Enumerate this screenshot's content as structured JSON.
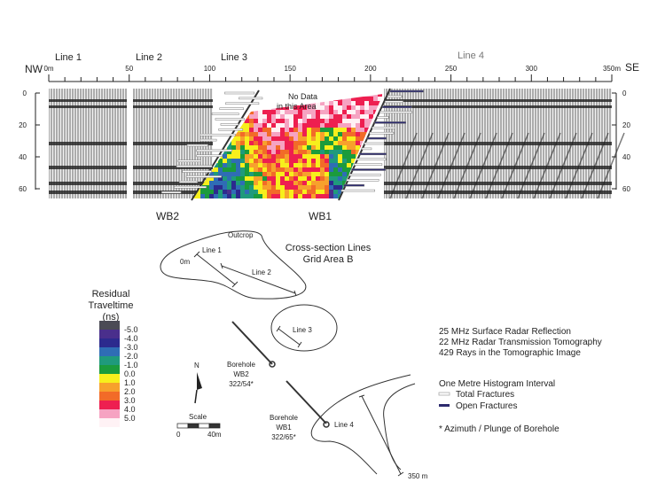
{
  "section": {
    "nw_label": "NW",
    "se_label": "SE",
    "line_labels": [
      "Line 1",
      "Line 2",
      "Line 3",
      "Line 4"
    ],
    "distance_ticks": [
      "0m",
      "50",
      "100",
      "150",
      "200",
      "250",
      "300",
      "350m"
    ],
    "depth_ticks": [
      "0",
      "20",
      "40",
      "60"
    ],
    "no_data_line1": "No  Data",
    "no_data_line2": "in  this  Area",
    "wb2_label": "WB2",
    "wb1_label": "WB1"
  },
  "legend": {
    "title1": "Residual",
    "title2": "Traveltime",
    "title3": "(ns)",
    "values": [
      "-5.0",
      "-4.0",
      "-3.0",
      "-2.0",
      "-1.0",
      "0.0",
      "1.0",
      "2.0",
      "3.0",
      "4.0",
      "5.0"
    ],
    "colors": [
      "#4b4b55",
      "#4a2f8c",
      "#2c2a8e",
      "#2f6db5",
      "#1f9a7c",
      "#1b9b3c",
      "#f7ef1c",
      "#f7a12c",
      "#f26b28",
      "#ee1f50",
      "#f6a3c2",
      "#fff2f5"
    ]
  },
  "map": {
    "title1": "Cross-section Lines",
    "title2": "Grid Area B",
    "outcrop": "Outcrop",
    "line1": "Line 1",
    "zero": "0m",
    "line2": "Line 2",
    "line3": "Line 3",
    "line4": "Line 4",
    "end": "350 m",
    "wb2": [
      "Borehole",
      "WB2",
      "322/54*"
    ],
    "wb1": [
      "Borehole",
      "WB1",
      "322/65*"
    ],
    "north": "N",
    "scale": "Scale",
    "scale_start": "0",
    "scale_end": "40m"
  },
  "info": {
    "lines": [
      "25   MHz Surface Radar Reflection",
      "22   MHz Radar Transmission Tomography",
      "429 Rays in the Tomographic Image"
    ],
    "histogram_title": "One Metre Histogram Interval",
    "total_fractures": "Total Fractures",
    "open_fractures": "Open Fractures",
    "footnote": "* Azimuth / Plunge of Borehole"
  }
}
